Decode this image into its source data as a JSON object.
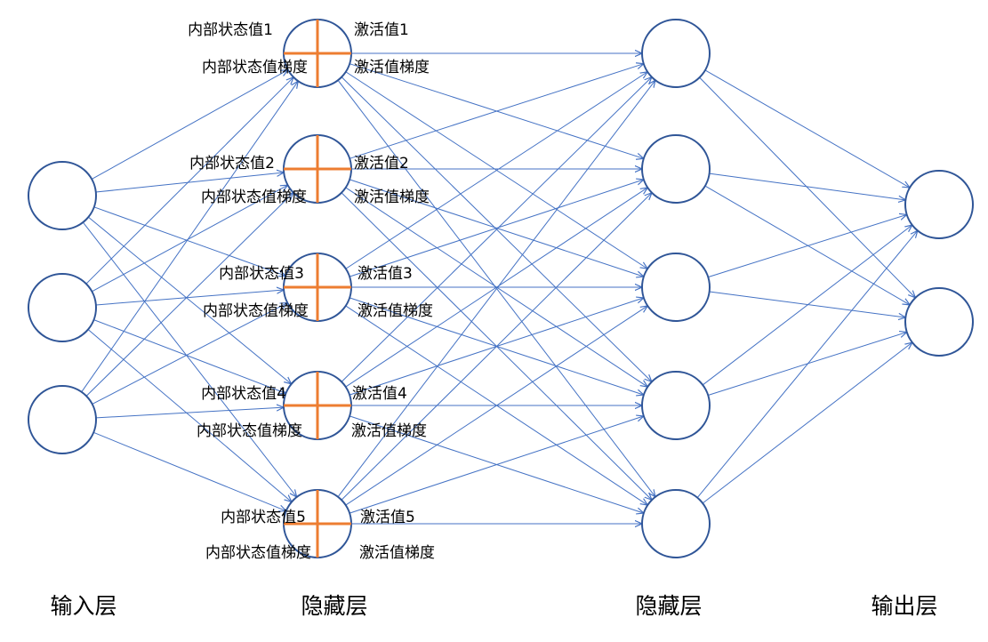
{
  "colors": {
    "edge": "#4472C4",
    "node_stroke": "#2F5597",
    "cross": "#ED7D31"
  },
  "layer_titles": [
    "输入层",
    "隐藏层",
    "隐藏层",
    "输出层"
  ],
  "layers": [
    {
      "id": "input",
      "size": 3
    },
    {
      "id": "hidden1",
      "size": 5,
      "neurons": [
        {
          "state": "内部状态值1",
          "state_grad": "内部状态值梯度",
          "act": "激活值1",
          "act_grad": "激活值梯度"
        },
        {
          "state": "内部状态值2",
          "state_grad": "内部状态值梯度",
          "act": "激活值2",
          "act_grad": "激活值梯度"
        },
        {
          "state": "内部状态值3",
          "state_grad": "内部状态值梯度",
          "act": "激活值3",
          "act_grad": "激活值梯度"
        },
        {
          "state": "内部状态值4",
          "state_grad": "内部状态值梯度",
          "act": "激活值4",
          "act_grad": "激活值梯度"
        },
        {
          "state": "内部状态值5",
          "state_grad": "内部状态值梯度",
          "act": "激活值5",
          "act_grad": "激活值梯度"
        }
      ]
    },
    {
      "id": "hidden2",
      "size": 5
    },
    {
      "id": "output",
      "size": 2
    }
  ]
}
